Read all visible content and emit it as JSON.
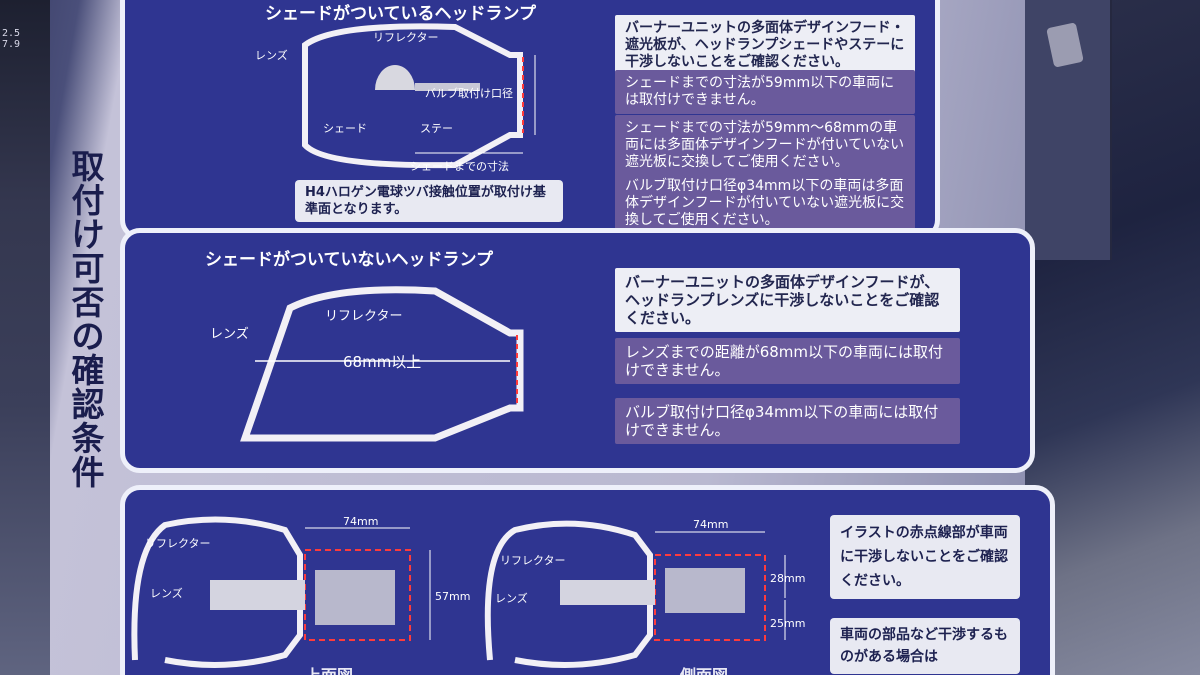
{
  "side_title": "取付け可否の確認条件",
  "left_numbers": [
    "2.5",
    "7.9"
  ],
  "section1": {
    "heading": "シェードがついているヘッドランプ",
    "labels": {
      "lens": "レンズ",
      "reflector": "リフレクター",
      "bulb_hole": "バルブ取付け口径",
      "shade": "シェード",
      "stay": "ステー",
      "to_shade": "シェードまでの寸法"
    },
    "callout": "H4ハロゲン電球ツバ接触位置が取付け基準面となります。",
    "boxes": [
      "バーナーユニットの多面体デザインフード・遮光板が、ヘッドランプシェードやステーに干渉しないことをご確認ください。",
      "シェードまでの寸法が59mm以下の車両には取付けできません。",
      "シェードまでの寸法が59mm～68mmの車両には多面体デザインフードが付いていない遮光板に交換してご使用ください。",
      "バルブ取付け口径φ34mm以下の車両は多面体デザインフードが付いていない遮光板に交換してご使用ください。"
    ]
  },
  "section2": {
    "heading": "シェードがついていないヘッドランプ",
    "labels": {
      "lens": "レンズ",
      "reflector": "リフレクター",
      "distance": "68mm以上"
    },
    "boxes": [
      "バーナーユニットの多面体デザインフードが、ヘッドランプレンズに干渉しないことをご確認ください。",
      "レンズまでの距離が68mm以下の車両には取付けできません。",
      "バルブ取付け口径φ34mm以下の車両には取付けできません。"
    ]
  },
  "section3": {
    "labels": {
      "reflector_a": "リフレクター",
      "lens_a": "レンズ",
      "dim_74_a": "74mm",
      "dim_57": "57mm",
      "reflector_b": "リフレクター",
      "lens_b": "レンズ",
      "dim_74_b": "74mm",
      "dim_28": "28mm",
      "dim_25": "25mm",
      "top_view": "上面図",
      "side_view": "側面図"
    },
    "boxes": [
      "イラストの赤点線部が車両に干渉しないことをご確認ください。",
      "車両の部品など干渉するものがある場合は"
    ]
  }
}
